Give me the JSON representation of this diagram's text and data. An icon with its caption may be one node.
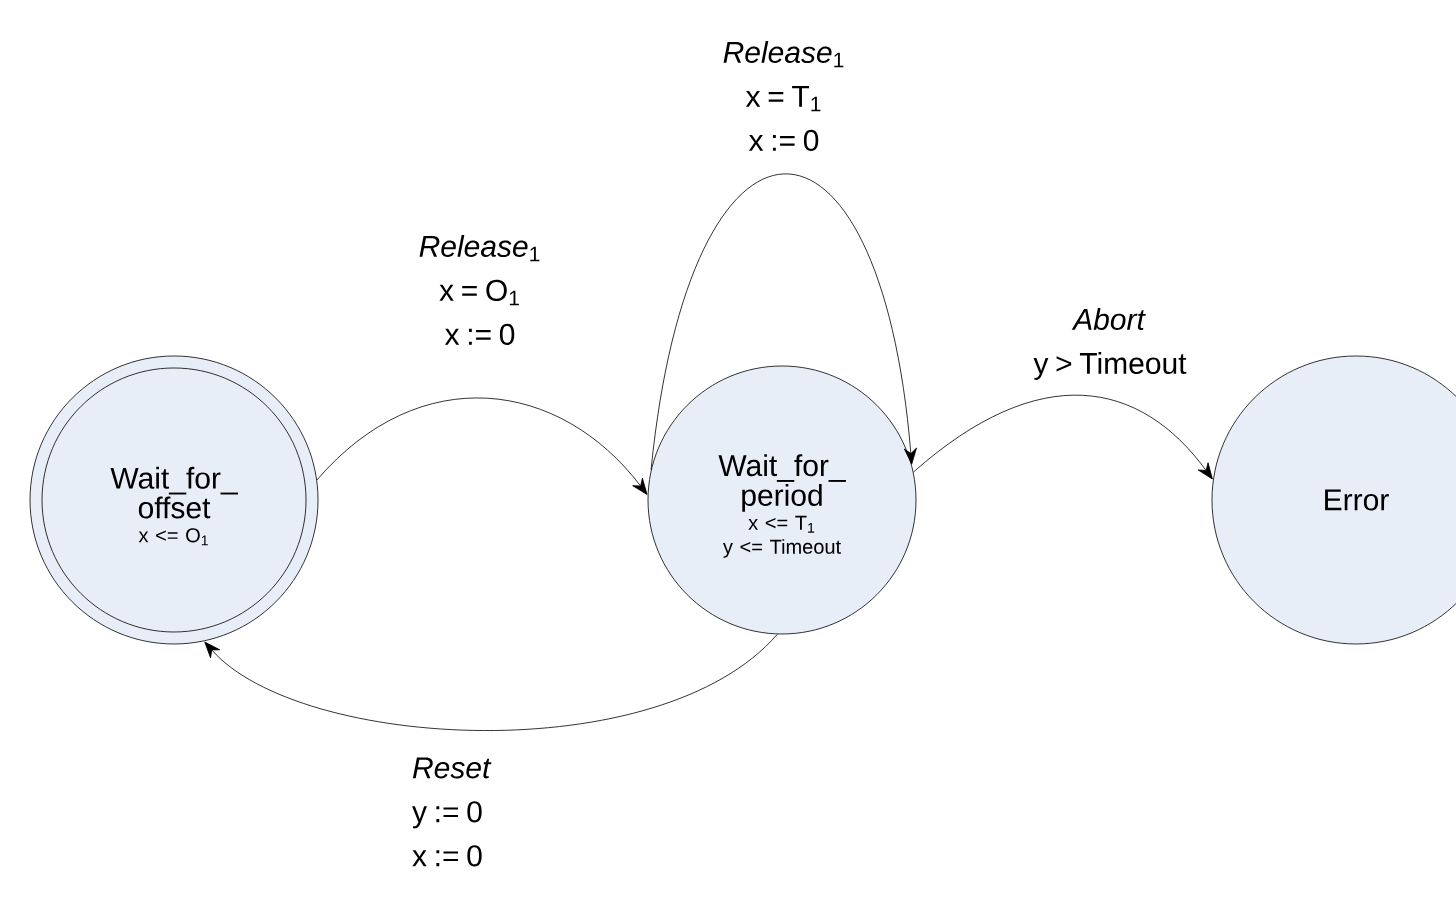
{
  "diagram": {
    "nodes": [
      {
        "text": [
          "Wait_for_ offset",
          "x <= O$_{1}$"
        ]
      },
      {
        "text": [
          "Wait_for_ period",
          "x <= T$_{1}$",
          "y <= Timeout"
        ]
      },
      {
        "text": [
          "Error"
        ]
      }
    ],
    "edges": [
      {
        "from": 0,
        "to": 1,
        "arrow": "to",
        "label": "*Release*$_{1}$ x = O$_{1}$ x := 0"
      },
      {
        "from": 1,
        "to": 1,
        "arrow": "to",
        "label": "*Release*$_{1}$ x = T$_{1}$ x := 0"
      },
      {
        "from": 1,
        "to": 2,
        "arrow": "to",
        "label": "*Abort* y > Timeout"
      },
      {
        "from": 1,
        "to": 0,
        "arrow": "to",
        "label": "*Reset* y := 0 x := 0"
      }
    ]
  }
}
